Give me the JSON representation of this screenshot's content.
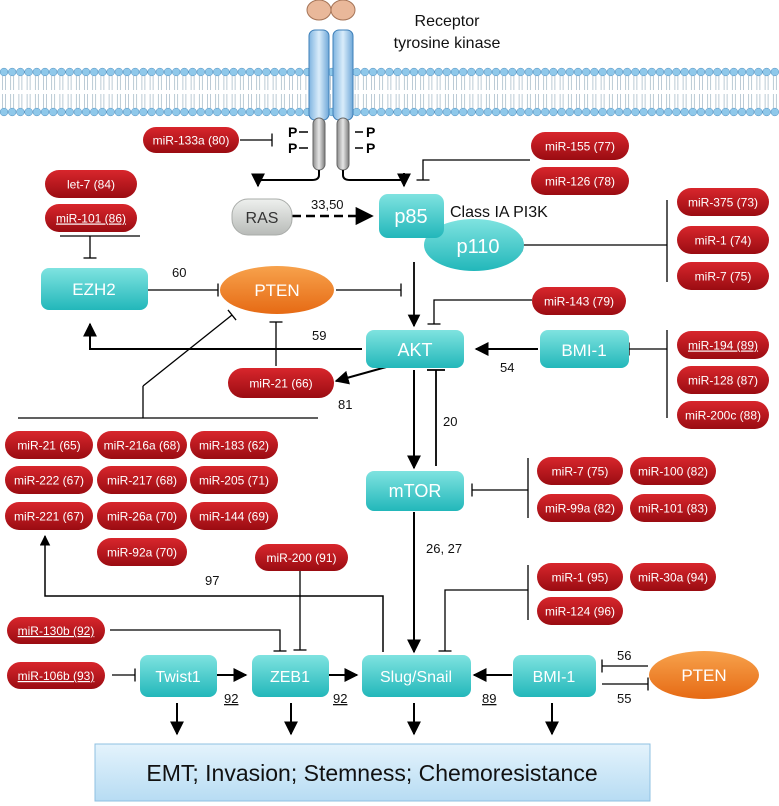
{
  "receptor": {
    "label_line1": "Receptor",
    "label_line2": "tyrosine kinase",
    "phospho": "P"
  },
  "colors": {
    "teal": "#2fc6c6",
    "mir_red": "#b80f16",
    "pten_orange": "#ef7a22",
    "ras_grey": "#c9ccc9",
    "outcome_blue": "#cfe8f7",
    "membrane": "#8fc8ea"
  },
  "nodes": {
    "ras": "RAS",
    "p85": "p85",
    "p110": "p110",
    "pi3k_label": "Class IA PI3K",
    "ezh2": "EZH2",
    "pten_top": "PTEN",
    "akt": "AKT",
    "bmi1_top": "BMI-1",
    "mtor": "mTOR",
    "twist1": "Twist1",
    "zeb1": "ZEB1",
    "slug": "Slug/Snail",
    "bmi1_bottom": "BMI-1",
    "pten_bottom": "PTEN",
    "outcome": "EMT; Invasion; Stemness; Chemoresistance"
  },
  "mirnas": {
    "mir133a": "miR-133a (80)",
    "mir155": "miR-155 (77)",
    "mir126": "miR-126 (78)",
    "let7": "let-7 (84)",
    "mir101_86": "miR-101 (86)",
    "mir375": "miR-375 (73)",
    "mir1_74": "miR-1 (74)",
    "mir7_75a": "miR-7 (75)",
    "mir143": "miR-143 (79)",
    "mir194": "miR-194 (89)",
    "mir128": "miR-128 (87)",
    "mir200c": "miR-200c (88)",
    "mir21_66": "miR-21 (66)",
    "mir21_65": "miR-21 (65)",
    "mir216a": "miR-216a (68)",
    "mir183": "miR-183 (62)",
    "mir222": "miR-222 (67)",
    "mir217": "miR-217 (68)",
    "mir205": "miR-205 (71)",
    "mir221": "miR-221 (67)",
    "mir26a": "miR-26a (70)",
    "mir144": "miR-144 (69)",
    "mir92a": "miR-92a (70)",
    "mir7_75b": "miR-7 (75)",
    "mir100": "miR-100 (82)",
    "mir99a": "miR-99a (82)",
    "mir101_83": "miR-101 (83)",
    "mir200_91": "miR-200 (91)",
    "mir1_95": "miR-1 (95)",
    "mir30a": "miR-30a (94)",
    "mir124": "miR-124 (96)",
    "mir130b": "miR-130b (92)",
    "mir106b": "miR-106b (93)"
  },
  "refs": {
    "ras_p85": "33,50",
    "ezh2_pten": "60",
    "akt_ezh2": "59",
    "bmi1_akt": "54",
    "akt_mir21": "81",
    "mtor_akt": "20",
    "mir_up": "97",
    "mtor_slug": "26, 27",
    "twist_zeb": "92",
    "zeb_slug": "92",
    "bmi1_slug": "89",
    "pten_bmi_top": "56",
    "pten_bmi_bottom": "55"
  }
}
